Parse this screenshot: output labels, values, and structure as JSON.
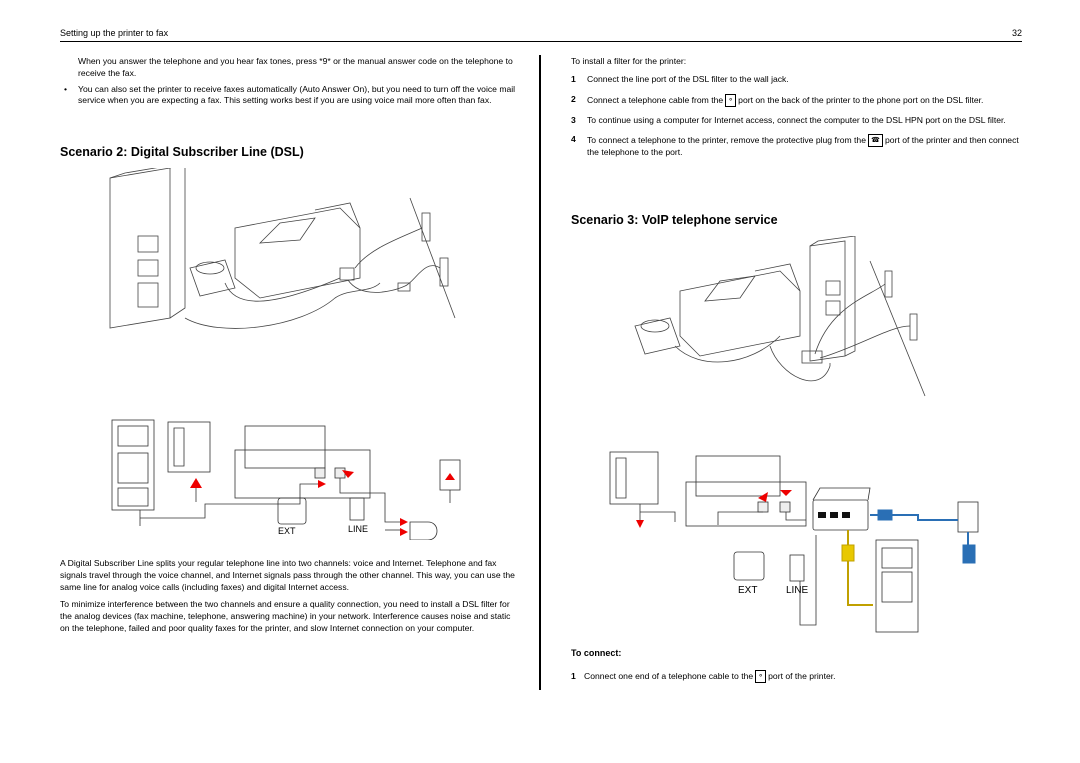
{
  "header": {
    "section": "Setting up the printer to fax",
    "page_number": "32"
  },
  "left": {
    "intro_para": "When you answer the telephone and you hear fax tones, press *9* or the manual answer code on the telephone to receive the fax.",
    "bullet": "You can also set the printer to receive faxes automatically (Auto Answer On), but you need to turn off the voice mail service when you are expecting a fax. This setting works best if you are using voice mail more often than fax.",
    "heading": "Scenario 2: Digital Subscriber Line (DSL)",
    "diagram_labels": {
      "ext": "EXT",
      "line": "LINE"
    },
    "para1": "A Digital Subscriber Line splits your regular telephone line into two channels: voice and Internet. Telephone and fax signals travel through the voice channel, and Internet signals pass through the other channel. This way, you can use the same line for analog voice calls (including faxes) and digital Internet access.",
    "para2": "To minimize interference between the two channels and ensure a quality connection, you need to install a DSL filter for the analog devices (fax machine, telephone, answering machine) in your network. Interference causes noise and static on the telephone, failed and poor quality faxes for the printer, and slow Internet connection on your computer."
  },
  "right": {
    "intro": "To install a filter for the printer:",
    "steps": [
      {
        "num": "1",
        "text": "Connect the line port of the DSL filter to the wall jack."
      },
      {
        "num": "2",
        "text_before": "Connect a telephone cable from the",
        "text_after": "port on the back of the printer to the phone port on the DSL filter."
      },
      {
        "num": "3",
        "text": "To continue using a computer for Internet access, connect the computer to the DSL HPN port on the DSL filter."
      },
      {
        "num": "4",
        "text_before": "To connect a telephone to the printer, remove the protective plug from the",
        "text_after": "port of the printer and then connect the telephone to the port."
      }
    ],
    "heading": "Scenario 3: VoIP telephone service",
    "diagram_labels": {
      "ext": "EXT",
      "line": "LINE"
    },
    "subheading": "To connect:",
    "connect_step": {
      "num": "1",
      "text_before": "Connect one end of a telephone cable to the",
      "text_after": "port of the printer."
    }
  }
}
